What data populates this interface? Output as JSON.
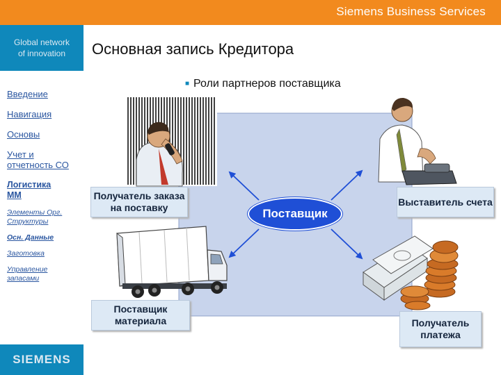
{
  "header": {
    "brand": "Siemens Business Services"
  },
  "sidebar": {
    "tagline_line1": "Global network",
    "tagline_line2": "of innovation",
    "items": [
      {
        "label": "Введение"
      },
      {
        "label": "Навигация"
      },
      {
        "label": "Основы"
      },
      {
        "label_line1": "Учет и",
        "label_line2": "отчетность СО"
      },
      {
        "label_line1": "Логистика",
        "label_line2": "ММ"
      },
      {
        "label_line1": "Элементы Орг.",
        "label_line2": "Структуры"
      },
      {
        "label": "Осн. Данные"
      },
      {
        "label": "Заготовка",
        "active": true
      },
      {
        "label_line1": "Управление",
        "label_line2": "запасами"
      }
    ],
    "logo": "SIEMENS"
  },
  "main": {
    "title": "Основная запись Кредитора",
    "subtitle": "Роли партнеров поставщика"
  },
  "diagram": {
    "center": "Поставщик",
    "roles": {
      "order_receiver_line1": "Получатель заказа",
      "order_receiver_line2": "на поставку",
      "invoice_issuer": "Выставитель счета",
      "material_supplier_line1": "Поставщик",
      "material_supplier_line2": "материала",
      "payee_line1": "Получатель",
      "payee_line2": "платежа"
    }
  },
  "colors": {
    "header_orange": "#f28a1e",
    "sidebar_blue": "#0f88bb",
    "link_blue": "#2a56a0",
    "panel_blue": "#c8d4ec",
    "oval_blue": "#1f4fd6",
    "label_box": "#dde9f5"
  }
}
